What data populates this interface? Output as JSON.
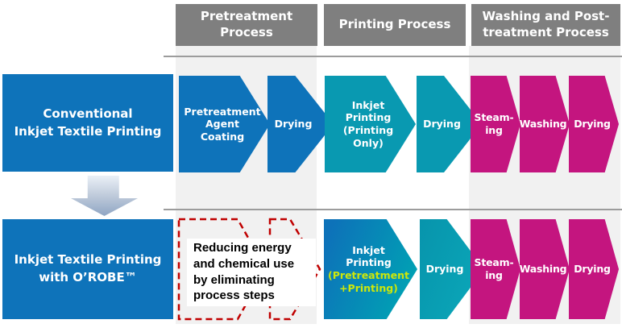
{
  "headers": {
    "pretreatment": "Pretreatment\nProcess",
    "printing": "Printing Process",
    "washing": "Washing and Post-\ntreatment Process"
  },
  "conventional": {
    "title": "Conventional\nInkjet Textile Printing",
    "steps": {
      "coating": "Pretreatment\nAgent\nCoating",
      "drying1": "Drying",
      "inkjet": "Inkjet\nPrinting\n(Printing\nOnly)",
      "drying2": "Drying",
      "steaming": "Steam-\ning",
      "washing": "Washing",
      "drying3": "Drying"
    }
  },
  "orobe": {
    "title": "Inkjet Textile Printing\nwith O’ROBE™",
    "note": "Reducing energy\nand chemical use\nby eliminating\nprocess steps",
    "steps": {
      "inkjet_main": "Inkjet\nPrinting",
      "inkjet_sub": "(Pretreatment\n+Printing)",
      "drying1": "Drying",
      "steaming": "Steam-\ning",
      "washing": "Washing",
      "drying2": "Drying"
    }
  },
  "colors": {
    "process_blue": "#0E73BA",
    "process_teal": "#0999B1",
    "process_magenta": "#C4157F",
    "header_gray": "#7F7F7F",
    "column_bg": "#F1F1F1",
    "highlight_yellow": "#CDE70A",
    "dashed_red": "#C00000",
    "arrow_gradient_start": "#0D72B9",
    "arrow_gradient_end": "#00A2B4"
  }
}
